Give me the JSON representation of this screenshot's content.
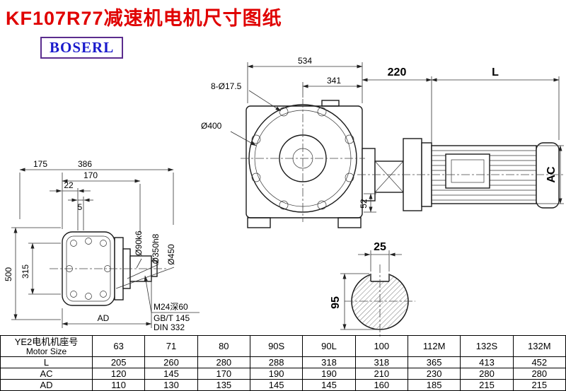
{
  "title": "KF107R77减速机电机尺寸图纸",
  "logo": {
    "text": "BOSERL"
  },
  "colors": {
    "title": "#e00000",
    "logo_text": "#1a1acc",
    "logo_border": "#5b2d8e"
  },
  "drawing": {
    "top_view": {
      "dim_534": "534",
      "dim_341": "341",
      "bolt_label": "8-Ø17.5",
      "flange_label": "Ø400",
      "dim_220": "220",
      "dim_L": "L",
      "dim_AC": "AC",
      "dim_52": "52"
    },
    "side_view": {
      "dim_175": "175",
      "dim_386": "386",
      "dim_170": "170",
      "dim_22": "22",
      "dim_5": "5",
      "dim_500": "500",
      "dim_315": "315",
      "label_shaft": "Ø90k6",
      "label_spigot": "Ø350h8",
      "label_flange": "Ø450",
      "dim_AD": "AD",
      "note_thread": "M24深60",
      "note_gb": "GB/T 145",
      "note_din": "DIN 332"
    },
    "section_view": {
      "dim_25": "25",
      "dim_95": "95"
    }
  },
  "table": {
    "header_cn": "YE2电机机座号",
    "header_en": "Motor Size",
    "sizes": [
      "63",
      "71",
      "80",
      "90S",
      "90L",
      "100",
      "112M",
      "132S",
      "132M"
    ],
    "rows": [
      {
        "label": "L",
        "values": [
          "205",
          "260",
          "280",
          "288",
          "318",
          "318",
          "365",
          "413",
          "452"
        ]
      },
      {
        "label": "AC",
        "values": [
          "120",
          "145",
          "170",
          "190",
          "190",
          "210",
          "230",
          "280",
          "280"
        ]
      },
      {
        "label": "AD",
        "values": [
          "110",
          "130",
          "135",
          "145",
          "145",
          "160",
          "185",
          "215",
          "215"
        ]
      }
    ]
  }
}
